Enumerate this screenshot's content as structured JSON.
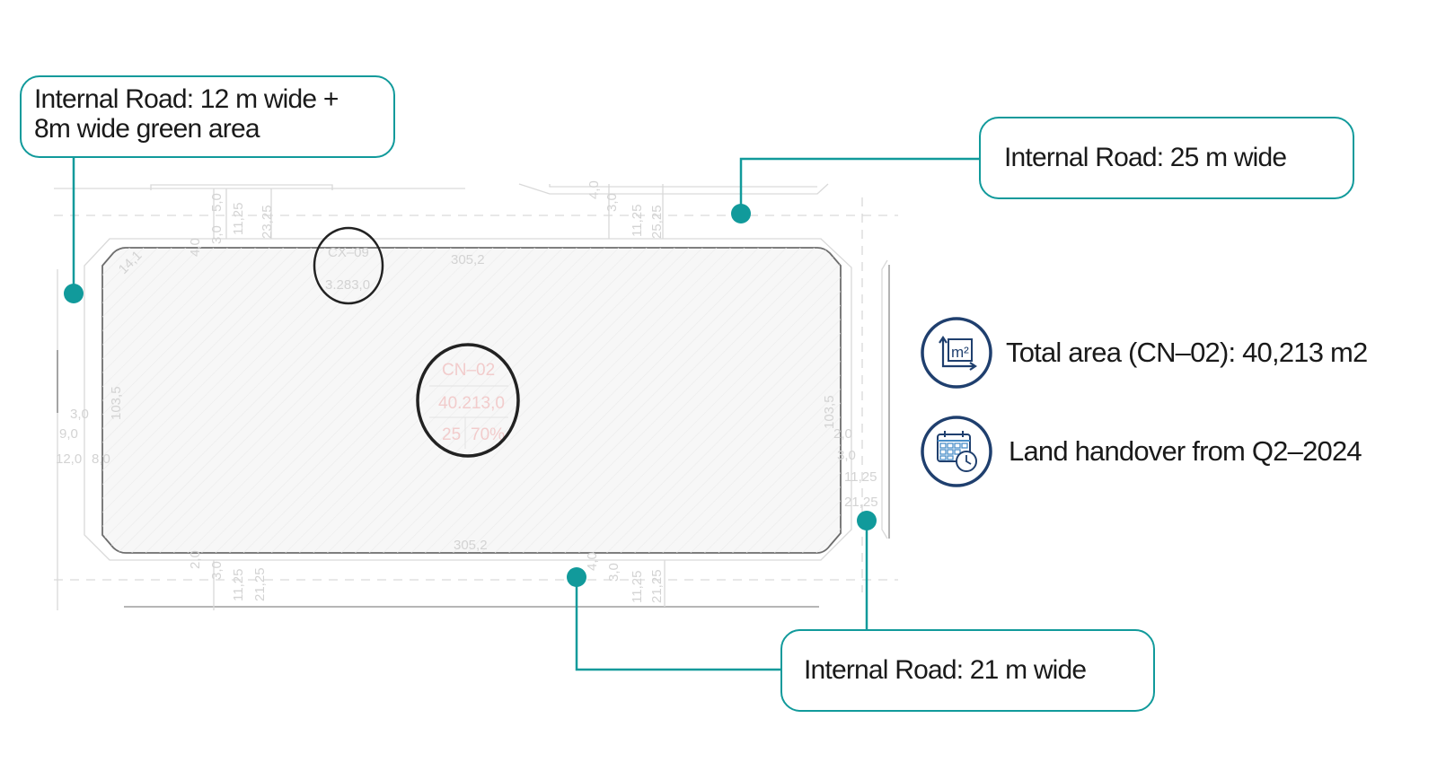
{
  "callouts": {
    "left": {
      "line1": "Internal Road:  12 m wide +",
      "line2": "8m wide green area"
    },
    "top": {
      "text": "Internal Road:  25 m wide"
    },
    "bottom": {
      "text": "Internal Road:  21 m wide"
    }
  },
  "info": {
    "area": {
      "text": "Total area (CN–02): 40,213 m2",
      "icon": "area-m2-icon",
      "icon_label": "m²"
    },
    "handover": {
      "text": "Land handover from Q2–2024",
      "icon": "calendar-clock-icon"
    }
  },
  "plan_labels": {
    "plot_main": {
      "code": "CN–02",
      "area": "40.213,0",
      "ratio": "25",
      "coverage": "70%"
    },
    "plot_small": {
      "code": "CX–09",
      "area": "3.283,0"
    },
    "top_edge_length": "305,2",
    "bottom_edge_length": "305,2",
    "left_edge_length": "103,5",
    "right_edge_length": "103,5",
    "top_dims_left": [
      "4,0",
      "3,0",
      "5,0",
      "11,25",
      "23,25"
    ],
    "top_dims_center": [
      "4,0",
      "3,0",
      "11,25",
      "25,25"
    ],
    "bottom_dims_left": [
      "2,0",
      "3,0",
      "11,25",
      "21,25"
    ],
    "bottom_dims_center": [
      "4,0",
      "3,0",
      "11,25",
      "21,25"
    ],
    "left_dims": [
      "3,0",
      "9,0",
      "12,0",
      "8,0"
    ],
    "right_dims": [
      "2,0",
      "3,0",
      "11,25",
      "21,25"
    ],
    "corner": "14,1"
  },
  "colors": {
    "accent": "#119a9b",
    "icon_navy": "#1f3f6e",
    "icon_blue": "#4a8fc9"
  }
}
